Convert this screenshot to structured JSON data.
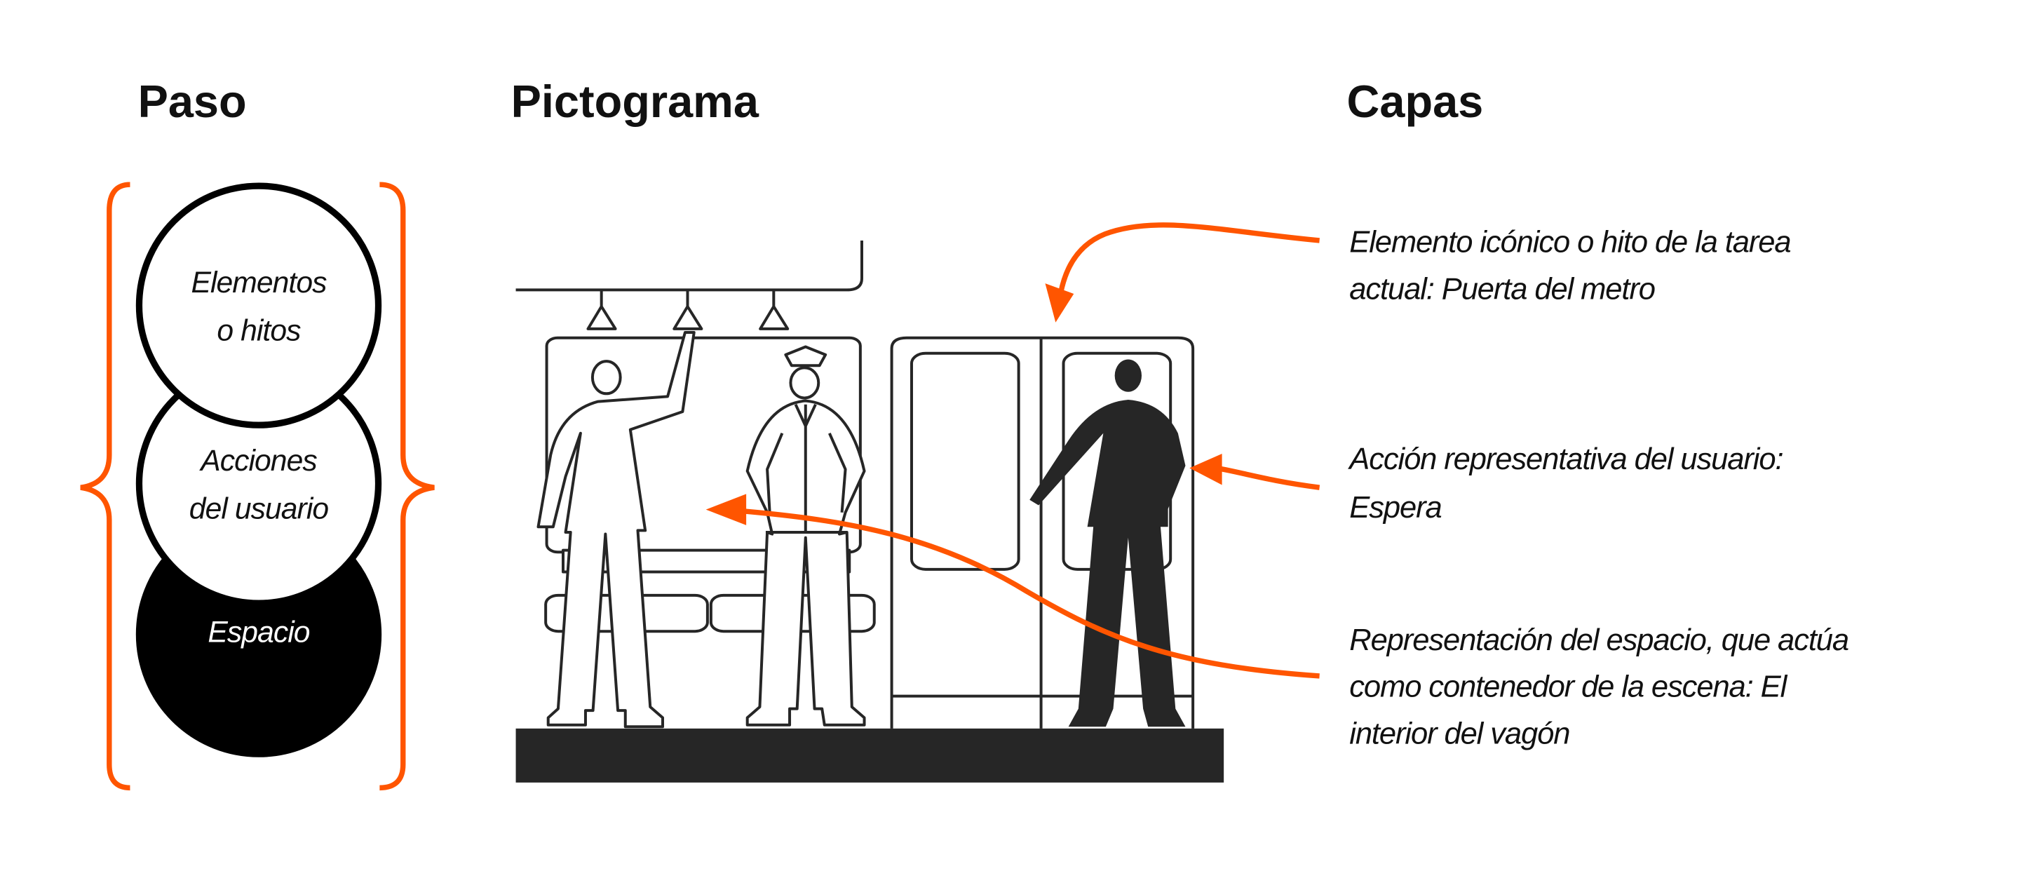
{
  "headings": {
    "step": "Paso",
    "pictogram": "Pictograma",
    "layers": "Capas"
  },
  "steps": [
    {
      "lines": [
        "Elementos",
        "o hitos"
      ]
    },
    {
      "lines": [
        "Acciones",
        "del usuario"
      ]
    },
    {
      "lines": [
        "Espacio"
      ]
    }
  ],
  "layers": [
    {
      "lines": [
        "Elemento icónico o hito de la tarea",
        "actual: Puerta del metro"
      ]
    },
    {
      "lines": [
        "Acción representativa del usuario:",
        "Espera"
      ]
    },
    {
      "lines": [
        "Representación del espacio, que actúa",
        "como contenedor de la escena: El",
        "interior del vagón"
      ]
    }
  ],
  "colors": {
    "accent": "#FF5500",
    "ink": "#262626"
  }
}
